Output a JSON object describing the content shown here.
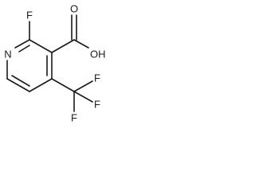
{
  "molecule": {
    "atoms": {
      "ring_nitrogen": "N",
      "ring_fluorine": "F",
      "carbonyl_oxygen": "O",
      "hydroxyl": "OH",
      "cf3_fluorine_1": "F",
      "cf3_fluorine_2": "F",
      "cf3_fluorine_3": "F"
    }
  }
}
